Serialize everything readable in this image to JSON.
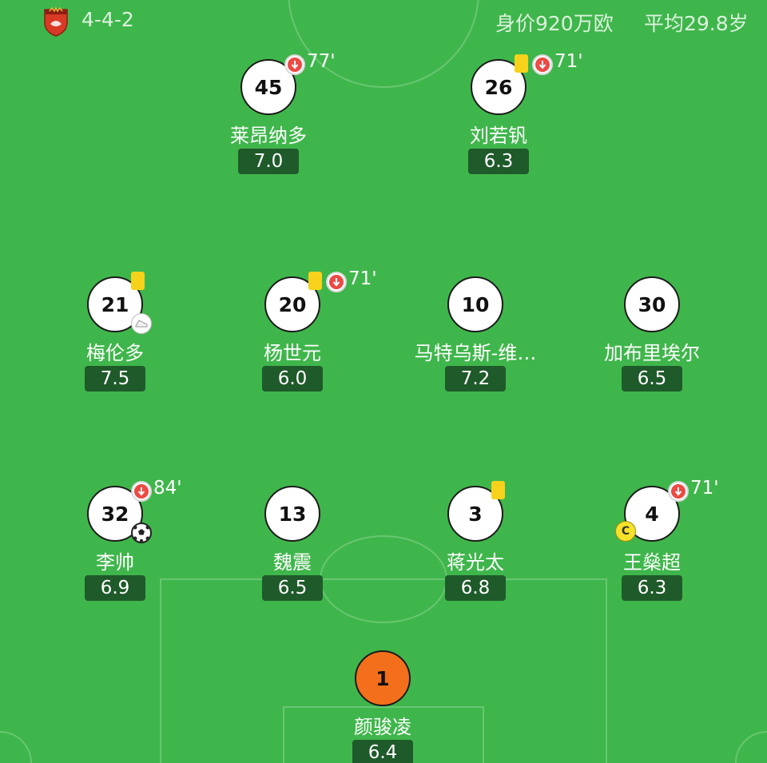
{
  "header": {
    "formation": "4-4-2",
    "squad_value": "身价920万欧",
    "average_age": "平均29.8岁",
    "team_badge_icon": "club-crest-icon",
    "badge_color": "#d93a26"
  },
  "colors": {
    "pitch": "#3fb64b",
    "rating_bg": "#1f5a2a",
    "goalkeeper_shirt": "#f46f1b",
    "yellow_card": "#f7d21b",
    "sub_arrow": "#ec4a44"
  },
  "players": [
    {
      "number": "45",
      "name": "莱昂纳多",
      "rating": "7.0",
      "sub_time": "77'"
    },
    {
      "number": "26",
      "name": "刘若钒",
      "rating": "6.3",
      "sub_time": "71'"
    },
    {
      "number": "21",
      "name": "梅伦多",
      "rating": "7.5"
    },
    {
      "number": "20",
      "name": "杨世元",
      "rating": "6.0",
      "sub_time": "71'"
    },
    {
      "number": "10",
      "name": "马特乌斯-维…",
      "rating": "7.2"
    },
    {
      "number": "30",
      "name": "加布里埃尔",
      "rating": "6.5"
    },
    {
      "number": "32",
      "name": "李帅",
      "rating": "6.9",
      "sub_time": "84'"
    },
    {
      "number": "13",
      "name": "魏震",
      "rating": "6.5"
    },
    {
      "number": "3",
      "name": "蒋光太",
      "rating": "6.8"
    },
    {
      "number": "4",
      "name": "王燊超",
      "rating": "6.3",
      "sub_time": "71'",
      "captain_label": "C"
    },
    {
      "number": "1",
      "name": "颜骏凌",
      "rating": "6.4"
    }
  ]
}
